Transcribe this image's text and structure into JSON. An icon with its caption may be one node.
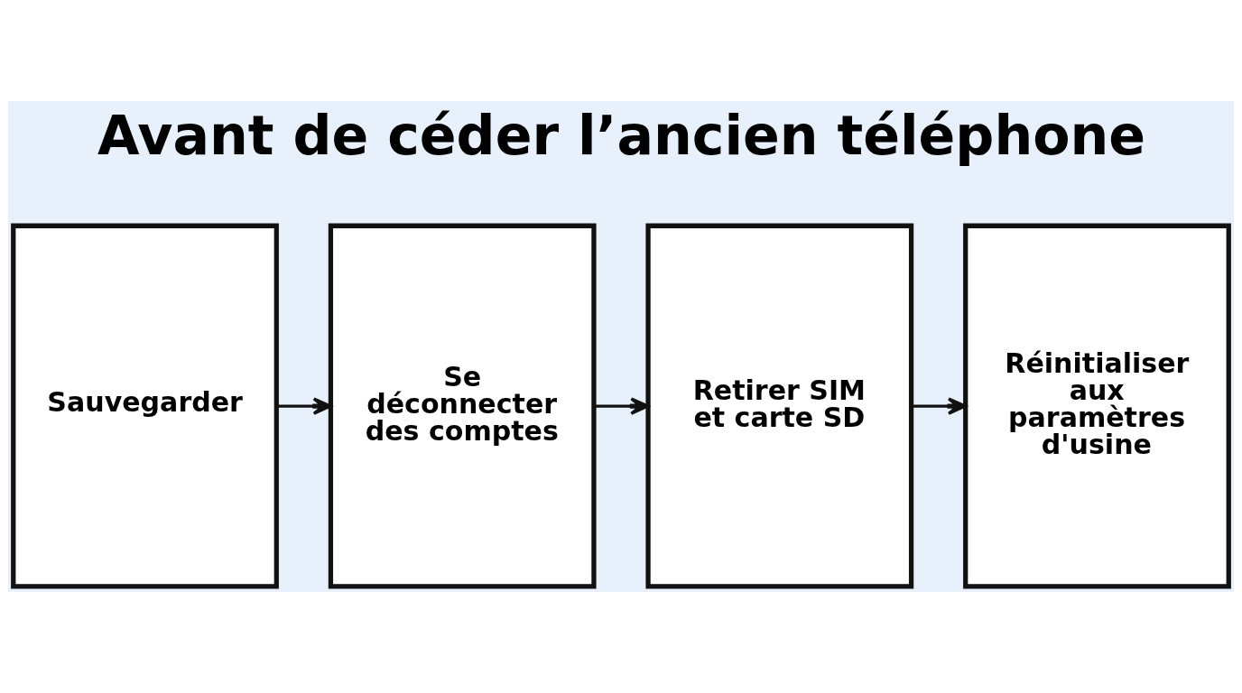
{
  "diagram": {
    "title": "Avant de céder l’ancien téléphone",
    "nodes": [
      {
        "text": [
          "Sauvegarder"
        ]
      },
      {
        "text": [
          "Se déconnecter des comptes"
        ]
      },
      {
        "text": [
          "Retirer SIM et carte SD"
        ]
      },
      {
        "text": [
          "Réinitialiser aux paramètres d'usine"
        ]
      }
    ],
    "edges": [
      {
        "from": 0,
        "to": 1,
        "arrow": "to"
      },
      {
        "from": 1,
        "to": 2,
        "arrow": "to"
      },
      {
        "from": 2,
        "to": 3,
        "arrow": "to"
      }
    ]
  }
}
